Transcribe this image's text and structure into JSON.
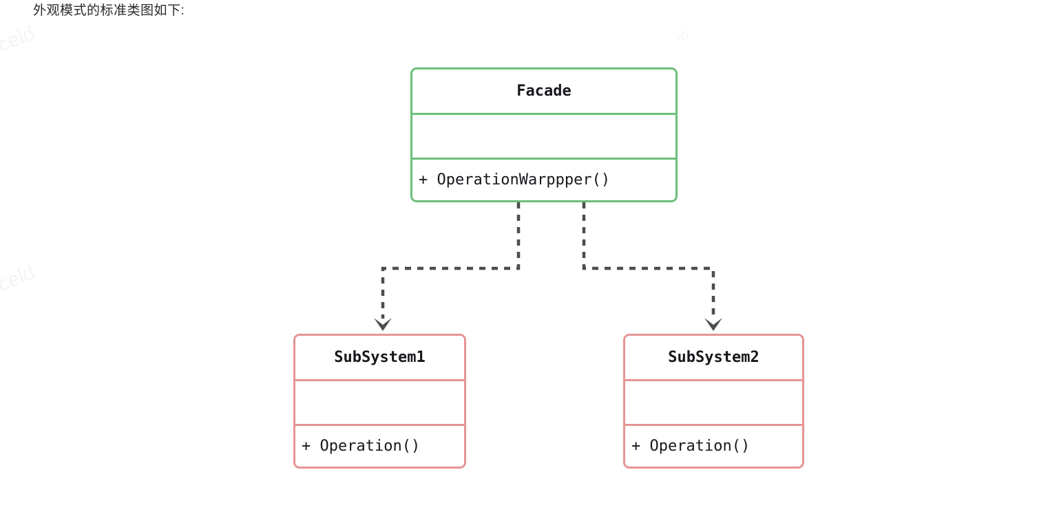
{
  "page": {
    "caption": "外观模式的标准类图如下:",
    "background_color": "#ffffff"
  },
  "watermarks": [
    {
      "text": "celd"
    },
    {
      "text": "celd"
    },
    {
      "text": "ıd"
    }
  ],
  "colors": {
    "facade_border": "#6abf77",
    "subsystem_border": "#e79494",
    "connector": "#4d4d4d",
    "text": "#16181c",
    "caption_text": "#2b2b2b"
  },
  "diagram": {
    "type": "uml-class-diagram",
    "pattern_name": "Facade",
    "classes": [
      {
        "id": "facade",
        "name": "Facade",
        "border_color": "#6abf77",
        "attributes": [],
        "methods": [
          "+ OperationWarppper()"
        ]
      },
      {
        "id": "subsystem1",
        "name": "SubSystem1",
        "border_color": "#e79494",
        "attributes": [],
        "methods": [
          "+ Operation()"
        ]
      },
      {
        "id": "subsystem2",
        "name": "SubSystem2",
        "border_color": "#e79494",
        "attributes": [],
        "methods": [
          "+ Operation()"
        ]
      }
    ],
    "relationships": [
      {
        "id": "facade-to-subsystem1",
        "from": "facade",
        "to": "subsystem1",
        "style": "dashed",
        "arrow": "open-v",
        "label": ""
      },
      {
        "id": "facade-to-subsystem2",
        "from": "facade",
        "to": "subsystem2",
        "style": "dashed",
        "arrow": "open-v",
        "label": ""
      }
    ]
  }
}
